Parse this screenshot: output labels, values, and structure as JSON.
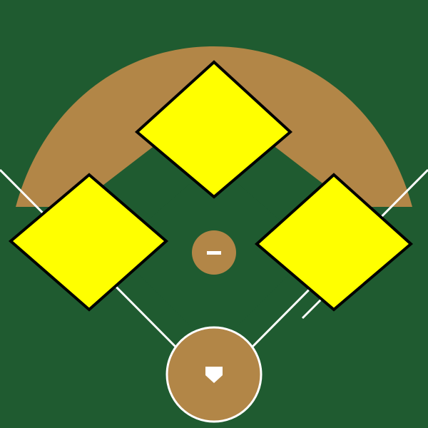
{
  "colors": {
    "grass": "#1f5b30",
    "dirt": "#b28647",
    "chalk": "#ffffff",
    "base_fill": "#ffff00",
    "base_stroke": "#000000"
  },
  "field": {
    "bases": [
      {
        "name": "second-base"
      },
      {
        "name": "third-base"
      },
      {
        "name": "first-base"
      }
    ],
    "pitchers_mound": {
      "has_rubber": true
    },
    "home_plate": {
      "shape": "home-plate-pentagon"
    }
  }
}
